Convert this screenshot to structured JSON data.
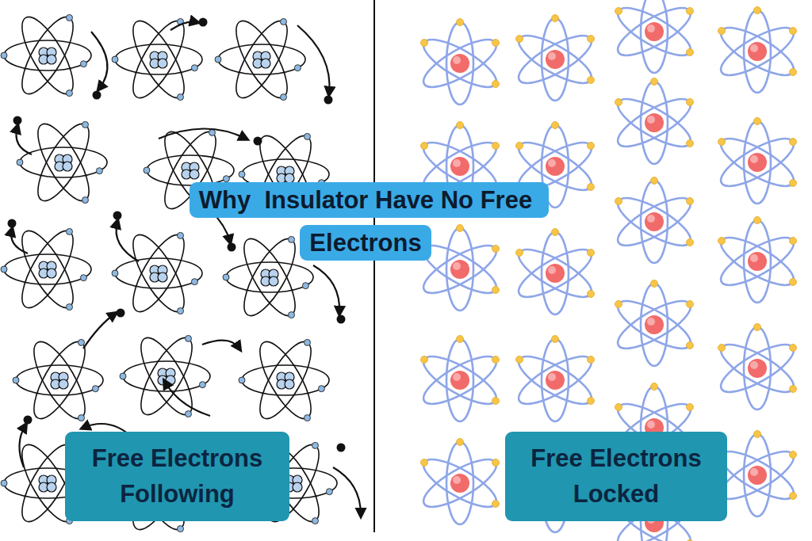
{
  "diagram": {
    "title": "Why  Insulator Have No Free Electrons",
    "nodes": [
      {
        "text": [
          "Free Electrons Following"
        ]
      },
      {
        "text": [
          "Free Electrons Locked"
        ]
      }
    ]
  }
}
